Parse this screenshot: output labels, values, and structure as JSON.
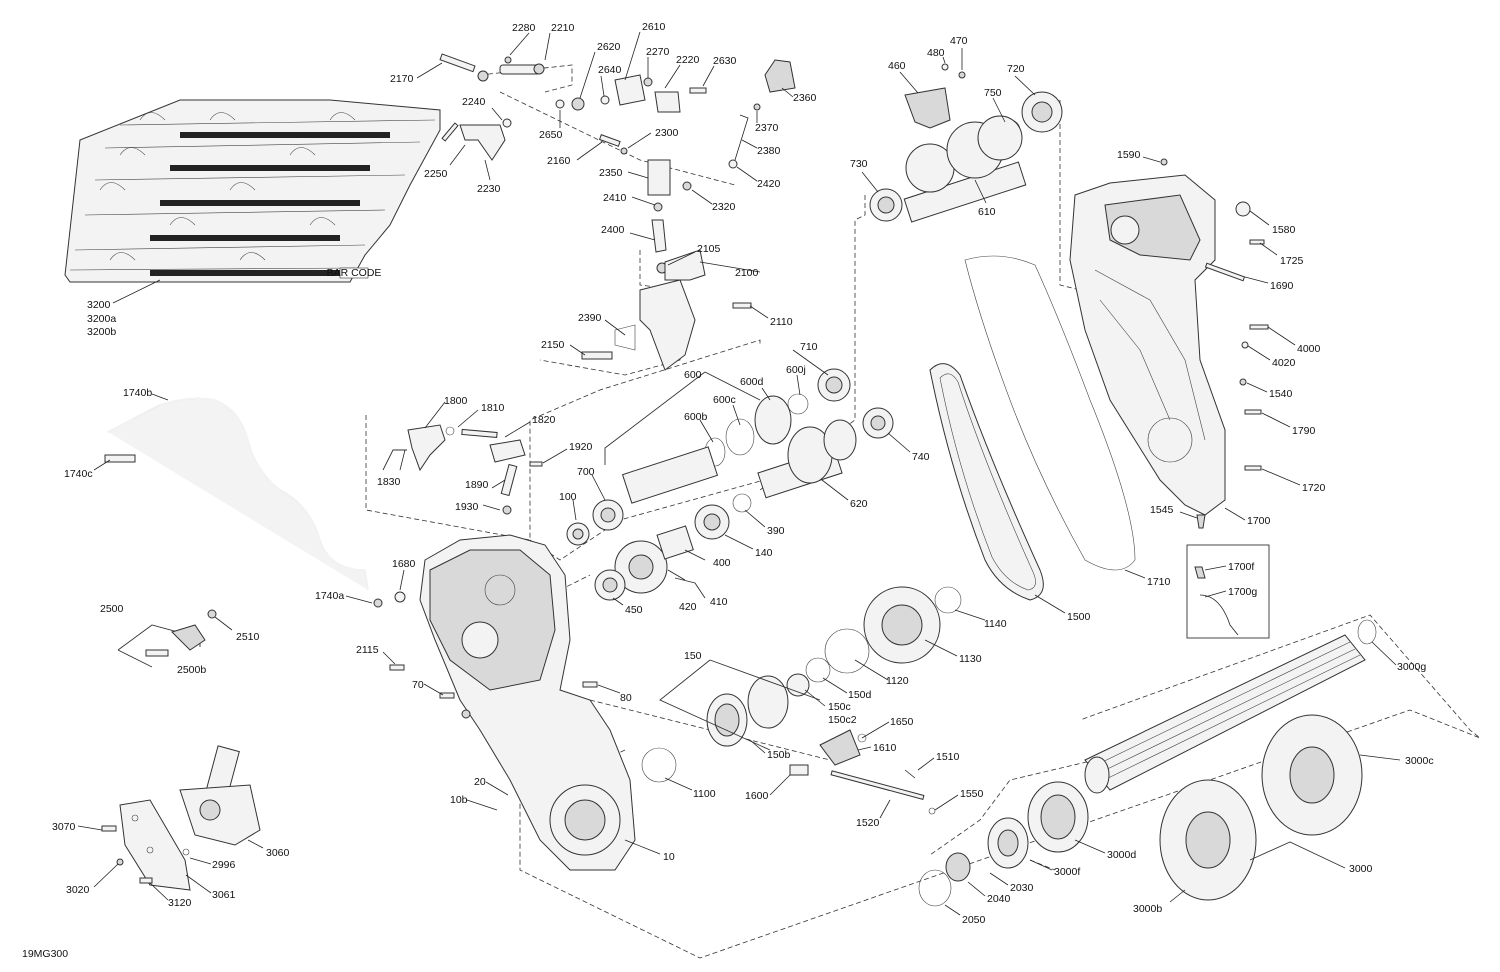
{
  "diagram": {
    "figure_code": "19MG300",
    "labels": {
      "l2280": "2280",
      "l2210": "2210",
      "l2610": "2610",
      "l2620": "2620",
      "l2270": "2270",
      "l2640": "2640",
      "l2220": "2220",
      "l2630": "2630",
      "l2170": "2170",
      "l2240": "2240",
      "l2360": "2360",
      "l2650": "2650",
      "l2300": "2300",
      "l2370": "2370",
      "l2250": "2250",
      "l2230": "2230",
      "l2160": "2160",
      "l2380": "2380",
      "l2350": "2350",
      "l2420": "2420",
      "l2410": "2410",
      "l2320": "2320",
      "l2400": "2400",
      "l2105": "2105",
      "l2100": "2100",
      "l2390": "2390",
      "l2110": "2110",
      "l2150": "2150",
      "l3200": "3200",
      "l3200a": "3200a",
      "l3200b": "3200b",
      "l460": "460",
      "l480": "480",
      "l470": "470",
      "l720": "720",
      "l750": "750",
      "l730": "730",
      "l610": "610",
      "l1590": "1590",
      "l1580": "1580",
      "l1725": "1725",
      "l1690": "1690",
      "l4000": "4000",
      "l4020": "4020",
      "l1540": "1540",
      "l1790": "1790",
      "l1720": "1720",
      "l1545": "1545",
      "l1700": "1700",
      "l1700f": "1700f",
      "l1700g": "1700g",
      "l1710": "1710",
      "l1500": "1500",
      "l710": "710",
      "l600": "600",
      "l600j": "600j",
      "l600d": "600d",
      "l600c": "600c",
      "l600b": "600b",
      "l740": "740",
      "l700": "700",
      "l620": "620",
      "l100": "100",
      "l390": "390",
      "l140": "140",
      "l400": "400",
      "l420": "420",
      "l410": "410",
      "l450": "450",
      "l1740b": "1740b",
      "l1740c": "1740c",
      "l1740a": "1740a",
      "l1680": "1680",
      "l1800": "1800",
      "l1810": "1810",
      "l1820": "1820",
      "l1920": "1920",
      "l1830": "1830",
      "l1890": "1890",
      "l1930": "1930",
      "l2500": "2500",
      "l2510": "2510",
      "l2500b": "2500b",
      "l2115": "2115",
      "l70": "70",
      "l80": "80",
      "l20": "20",
      "l10b": "10b",
      "l10": "10",
      "l150": "150",
      "l1140": "1140",
      "l1130": "1130",
      "l1120": "1120",
      "l150d": "150d",
      "l150c": "150c",
      "l150c2": "150c2",
      "l1650": "1650",
      "l150b": "150b",
      "l1610": "1610",
      "l1510": "1510",
      "l1600": "1600",
      "l1550": "1550",
      "l1520": "1520",
      "l1100": "1100",
      "l3000g": "3000g",
      "l3000c": "3000c",
      "l3000d": "3000d",
      "l3000f": "3000f",
      "l3000": "3000",
      "l3000b": "3000b",
      "l2030": "2030",
      "l2040": "2040",
      "l2050": "2050",
      "l3070": "3070",
      "l3060": "3060",
      "l2996": "2996",
      "l3020": "3020",
      "l3061": "3061",
      "l3120": "3120"
    },
    "barcode_text": "BAR CODE"
  }
}
